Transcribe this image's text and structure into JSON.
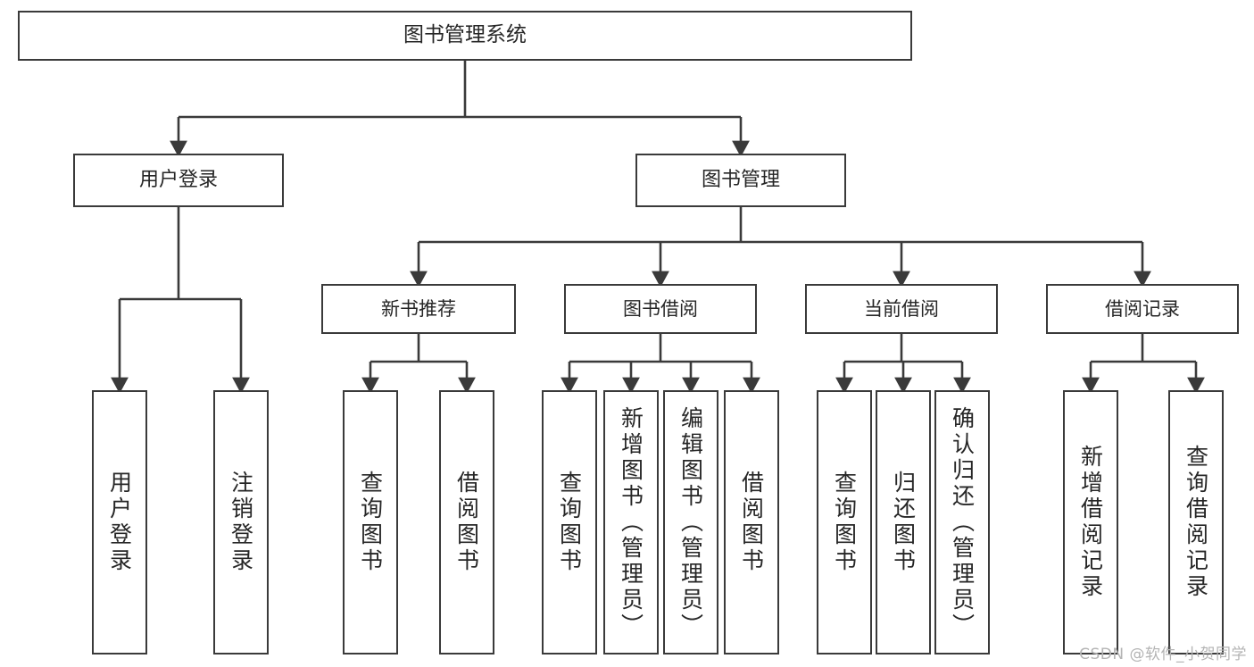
{
  "diagram": {
    "title": "图书管理系统",
    "type": "hierarchy-tree",
    "root": {
      "label": "图书管理系统"
    },
    "level1": [
      {
        "label": "用户登录"
      },
      {
        "label": "图书管理"
      }
    ],
    "level2": [
      {
        "label": "新书推荐"
      },
      {
        "label": "图书借阅"
      },
      {
        "label": "当前借阅"
      },
      {
        "label": "借阅记录"
      }
    ],
    "leaves": {
      "user_login": [
        {
          "label": "用户登录"
        },
        {
          "label": "注销登录"
        }
      ],
      "new_book": [
        {
          "label": "查询图书"
        },
        {
          "label": "借阅图书"
        }
      ],
      "book_borrow": [
        {
          "label": "查询图书"
        },
        {
          "label": "新增图书（管理员）"
        },
        {
          "label": "编辑图书（管理员）"
        },
        {
          "label": "借阅图书"
        }
      ],
      "current_borrow": [
        {
          "label": "查询图书"
        },
        {
          "label": "归还图书"
        },
        {
          "label": "确认归还（管理员）"
        }
      ],
      "borrow_record": [
        {
          "label": "新增借阅记录"
        },
        {
          "label": "查询借阅记录"
        }
      ]
    }
  },
  "watermark": {
    "text": "CSDN @软件_小贺同学"
  },
  "colors": {
    "stroke": "#3a3a3a",
    "text": "#262626",
    "background": "#ffffff",
    "watermark": "#b4b4b4"
  }
}
